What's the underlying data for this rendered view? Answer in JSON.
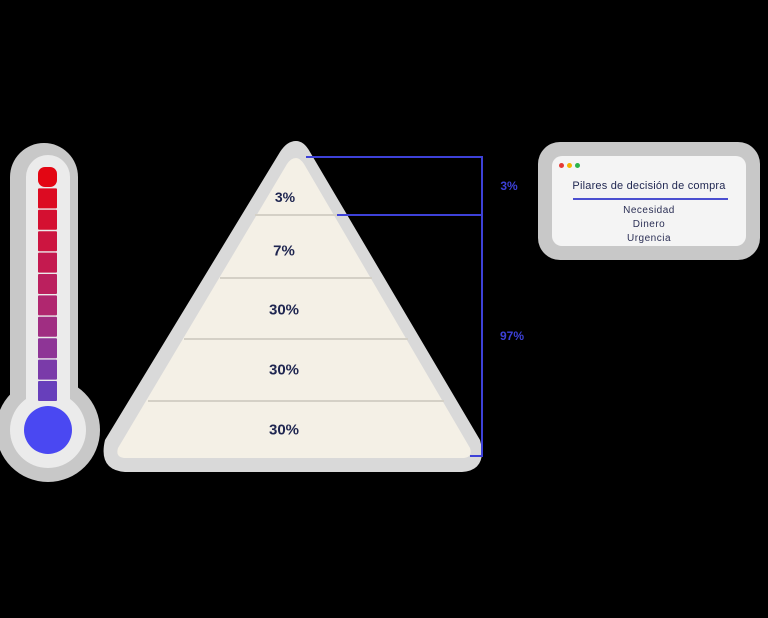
{
  "pyramid": {
    "tiers": [
      {
        "label": "3%"
      },
      {
        "label": "7%"
      },
      {
        "label": "30%"
      },
      {
        "label": "30%"
      },
      {
        "label": "30%"
      }
    ]
  },
  "brackets": {
    "top_label": "3%",
    "bottom_label": "97%"
  },
  "thermometer": {
    "segment_colors": [
      "#e30613",
      "#dc0b22",
      "#d41031",
      "#cc1540",
      "#c41a4f",
      "#bb205e",
      "#b0276f",
      "#a02e82",
      "#8e3596",
      "#7a3ba9",
      "#673fbb"
    ],
    "bulb_color": "#4a48f2"
  },
  "card": {
    "title": "Pilares de decisión de compra",
    "items": [
      "Necesidad",
      "Dinero",
      "Urgencia"
    ],
    "dot_colors": [
      "#e53935",
      "#f4b400",
      "#2bb44a"
    ]
  },
  "colors": {
    "accent": "#3d41d8",
    "tier_fill": "#f4f0e6",
    "frame": "#d9d9d9"
  }
}
